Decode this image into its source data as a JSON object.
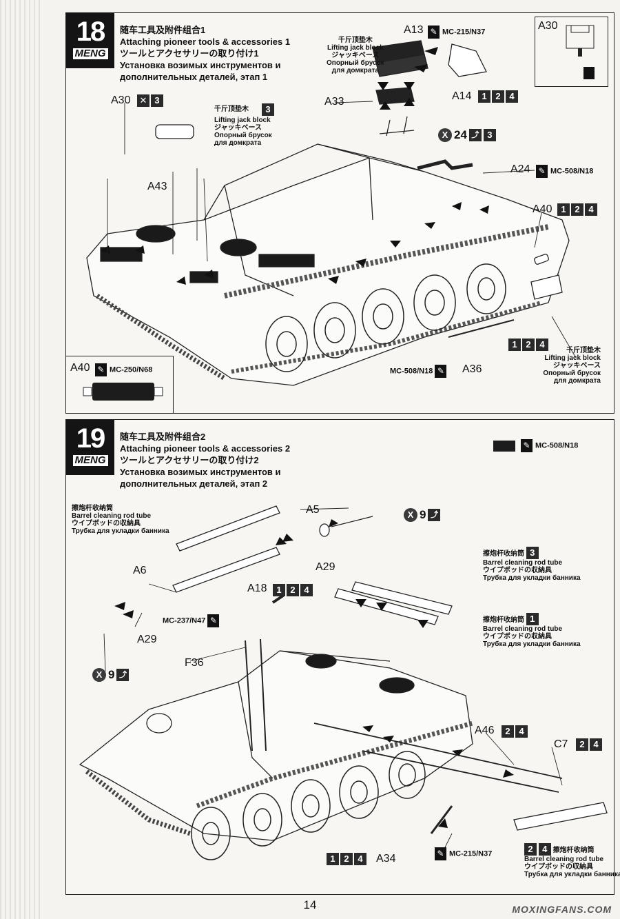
{
  "page_number": "14",
  "step18": {
    "number": "18",
    "brand": "MENG",
    "title_zh": "随车工具及附件组合1",
    "title_en": "Attaching pioneer tools & accessories 1",
    "title_ja": "ツールとアクセサリーの取り付け1",
    "title_ru_1": "Установка возимых инструментов и",
    "title_ru_2": "дополнительных деталей, этап 1",
    "parts": {
      "a13": "A13",
      "a14": "A14",
      "a30_top": "A30",
      "a33": "A33",
      "a30": "A30",
      "a43": "A43",
      "a24": "A24",
      "a40": "A40",
      "a36": "A36",
      "a40_inset": "A40"
    },
    "paints": {
      "a13": "MC-215/N37",
      "a24": "MC-508/N18",
      "a36": "MC-508/N18",
      "a40": "MC-250/N68"
    },
    "jack_block_top": {
      "zh": "千斤顶垫木",
      "en": "Lifting jack block",
      "ja": "ジャッキベース",
      "ru_1": "Опорный брусок",
      "ru_2": "для домкрата"
    },
    "jack_block_mid": {
      "zh": "千斤顶垫木",
      "en": "Lifting jack block",
      "ja": "ジャッキベース",
      "ru_1": "Опорный брусок",
      "ru_2": "для домкрата"
    },
    "jack_block_right": {
      "zh": "千斤顶垫木",
      "en": "Lifting jack block",
      "ja": "ジャッキベース",
      "ru_1": "Опорный брусок",
      "ru_2": "для домкрата"
    },
    "versions_a14": [
      "1",
      "2",
      "4"
    ],
    "versions_a40": [
      "1",
      "2",
      "4"
    ],
    "versions_a36": [
      "1",
      "2",
      "4"
    ],
    "version_a30": "3",
    "version_jack_mid": "3",
    "x24": {
      "x": "X",
      "count": "24",
      "version": "3"
    }
  },
  "step19": {
    "number": "19",
    "brand": "MENG",
    "title_zh": "随车工具及附件组合2",
    "title_en": "Attaching pioneer tools & accessories 2",
    "title_ja": "ツールとアクセサリーの取り付け2",
    "title_ru_1": "Установка возимых инструментов и",
    "title_ru_2": "дополнительных деталей, этап 2",
    "global_paint": "MC-508/N18",
    "parts": {
      "a5": "A5",
      "a6": "A6",
      "a29_a": "A29",
      "a29_b": "A29",
      "a18": "A18",
      "f36": "F36",
      "a46": "A46",
      "c7": "C7",
      "a34": "A34"
    },
    "paints": {
      "a18": "MC-237/N47",
      "a34": "MC-215/N37"
    },
    "tube_left": {
      "zh": "擦炮杆收纳筒",
      "en": "Barrel cleaning rod tube",
      "ja": "ウイプボッドの収納具",
      "ru": "Трубка для укладки банника"
    },
    "tube_right3": {
      "zh": "擦炮杆收纳筒",
      "version": "3",
      "en": "Barrel cleaning rod tube",
      "ja": "ウイプボッドの収納具",
      "ru": "Трубка для укладки банника"
    },
    "tube_right1": {
      "zh": "擦炮杆收纳筒",
      "version": "1",
      "en": "Barrel cleaning rod tube",
      "ja": "ウイプボッドの収納具",
      "ru": "Трубка для укладки банника"
    },
    "tube_bottom": {
      "zh": "擦炮杆收纳筒",
      "en": "Barrel cleaning rod tube",
      "ja": "ウイプボッドの収納具",
      "ru": "Трубка для укладки банника"
    },
    "versions_a18": [
      "1",
      "2",
      "4"
    ],
    "versions_a46": [
      "2",
      "4"
    ],
    "versions_c7": [
      "2",
      "4"
    ],
    "versions_a34": [
      "1",
      "2",
      "4"
    ],
    "versions_tube_bottom": [
      "2",
      "4"
    ],
    "x9_top": {
      "x": "X",
      "count": "9"
    },
    "x9_left": {
      "x": "X",
      "count": "9"
    }
  },
  "watermark": "MOXINGFANS.COM"
}
